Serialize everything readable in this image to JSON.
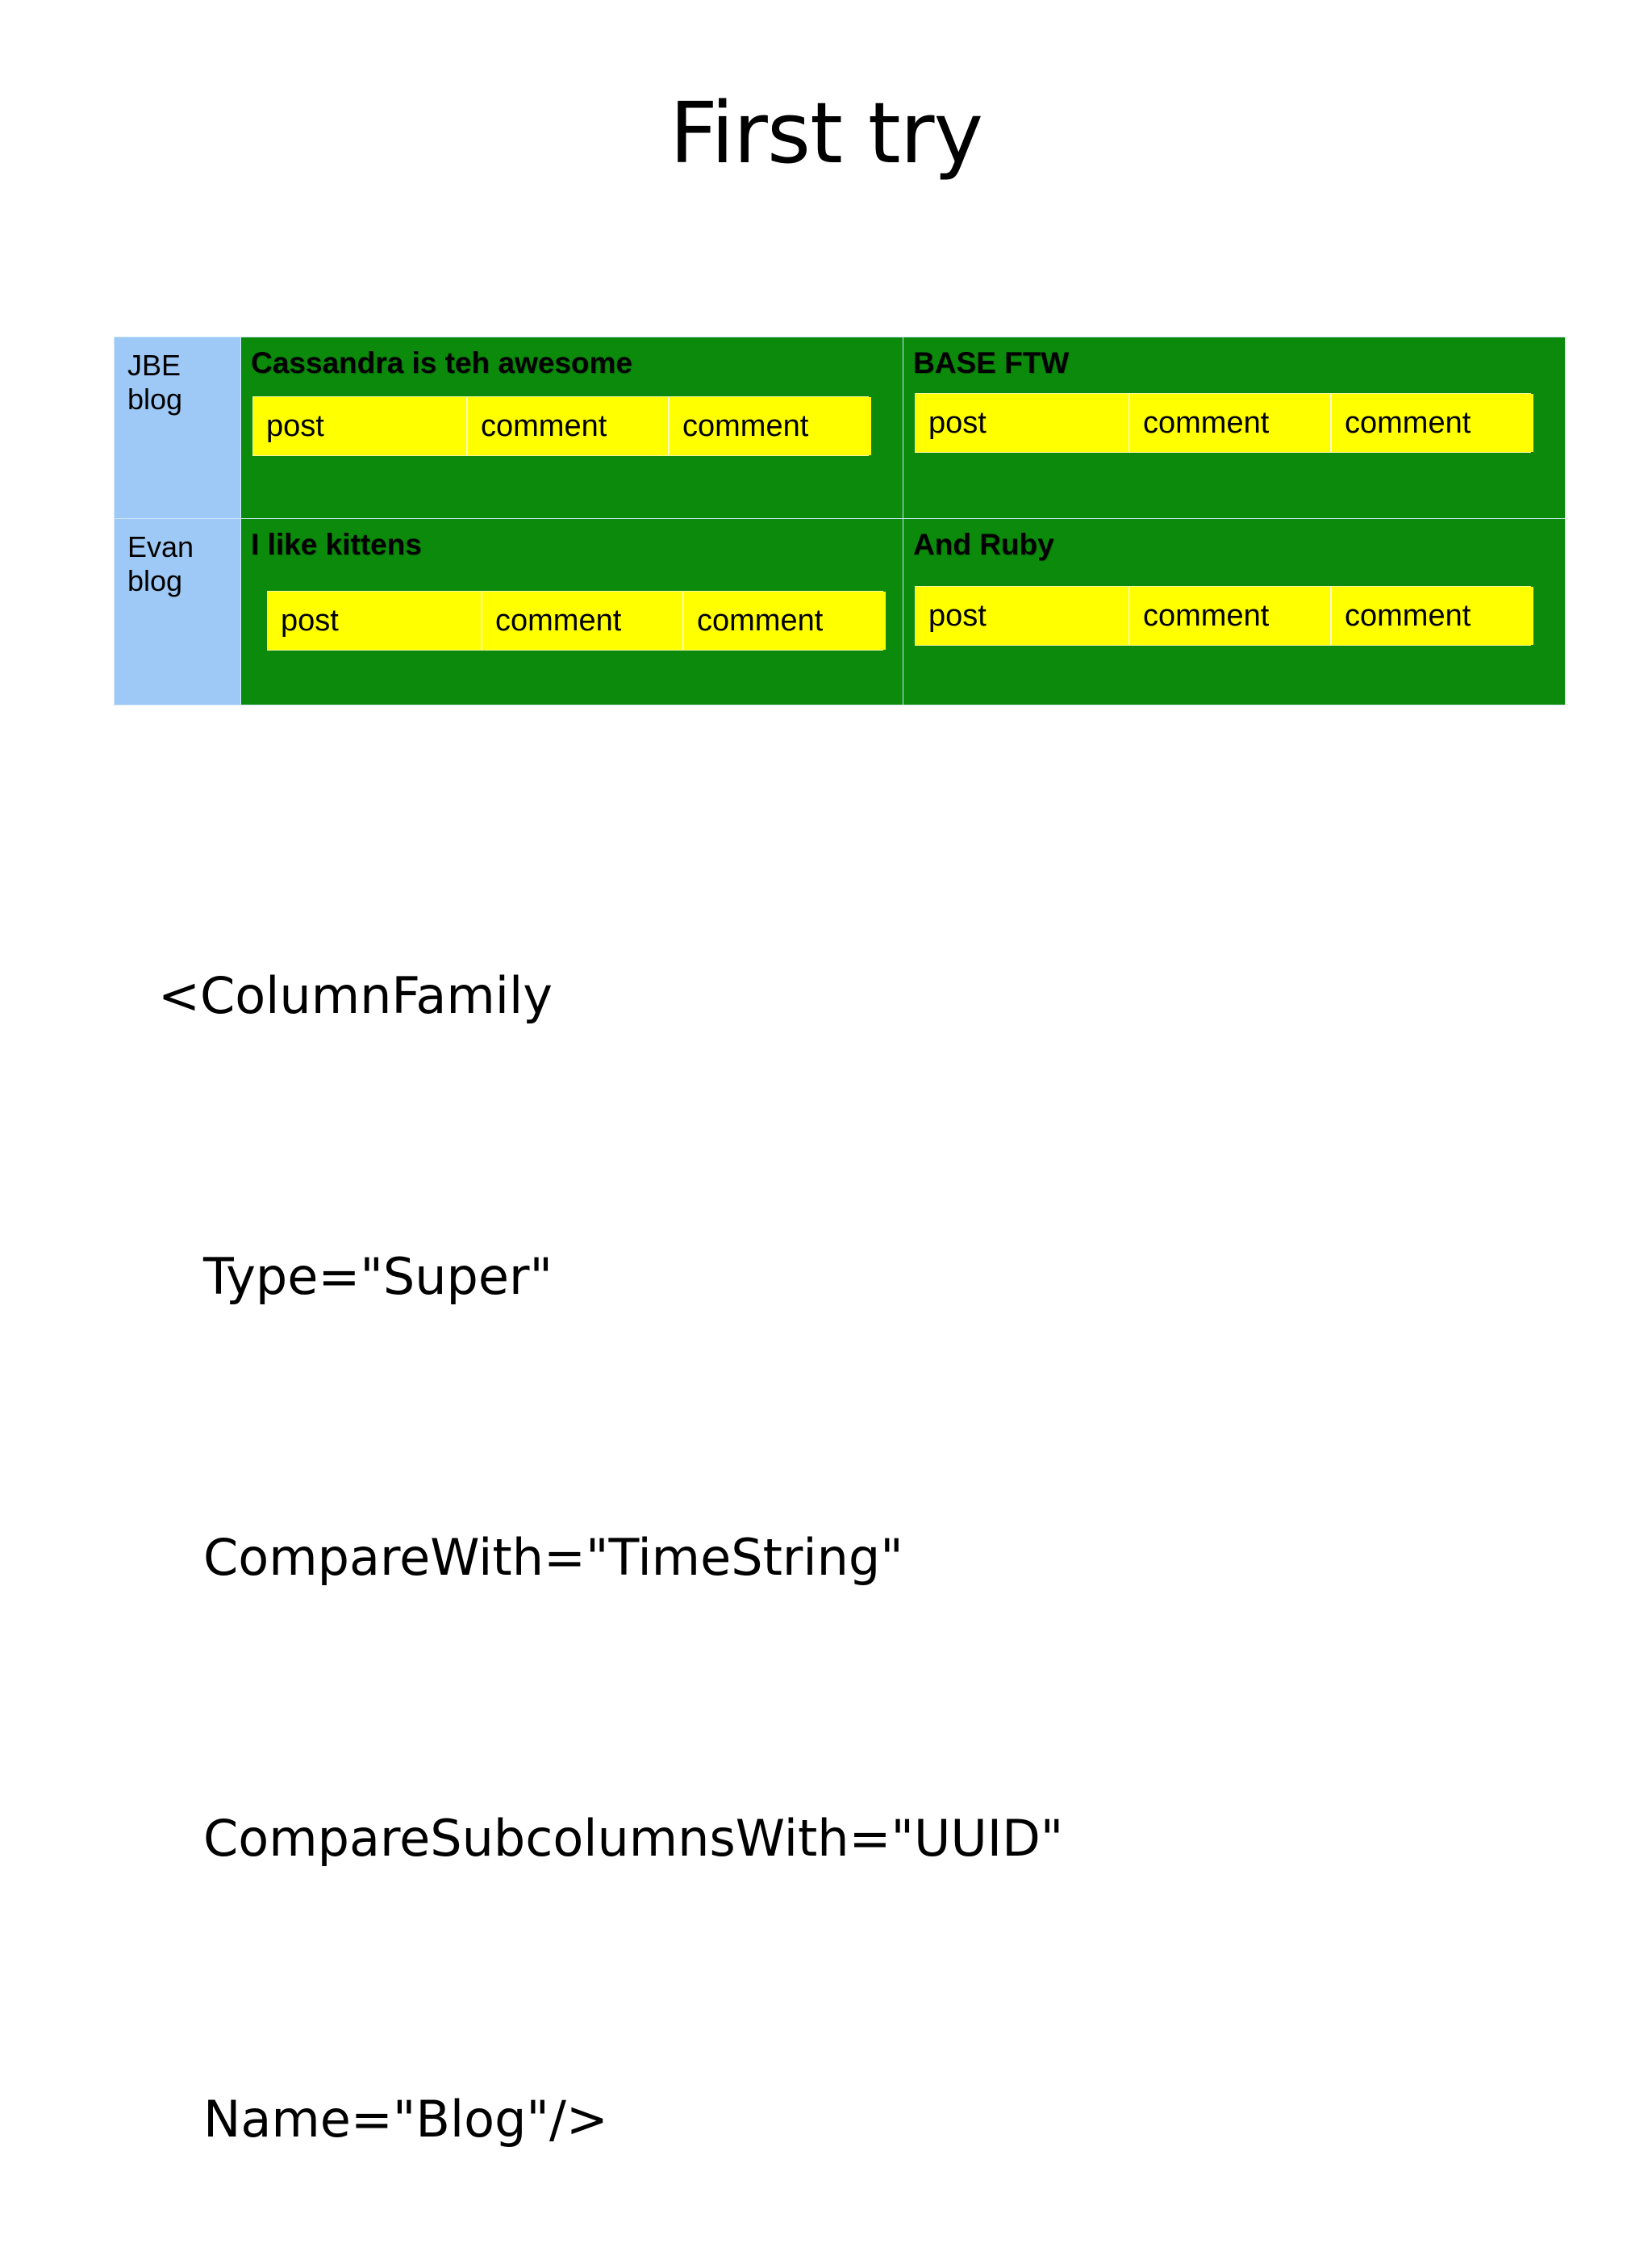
{
  "slide": {
    "title": "First try",
    "background_color": "#ffffff"
  },
  "colors": {
    "row_key_blue": "#9ec9f7",
    "super_column_green": "#0b8a0b",
    "sub_column_yellow": "#ffff00",
    "text_black": "#000000",
    "grid_line": "#cfe8fb"
  },
  "table": {
    "name": "super-column-family-diagram",
    "rows": [
      {
        "key": {
          "line1": "JBE",
          "line2": "blog"
        },
        "super_columns": [
          {
            "name": "Cassandra is teh awesome",
            "sub_columns": [
              "post",
              "comment",
              "comment"
            ]
          },
          {
            "name": "BASE FTW",
            "sub_columns": [
              "post",
              "comment",
              "comment"
            ]
          }
        ]
      },
      {
        "key": {
          "line1": "Evan",
          "line2": "blog"
        },
        "super_columns": [
          {
            "name": "I like kittens",
            "sub_columns": [
              "post",
              "comment",
              "comment"
            ]
          },
          {
            "name": "And Ruby",
            "sub_columns": [
              "post",
              "comment",
              "comment"
            ]
          }
        ]
      }
    ]
  },
  "xml_snippet": {
    "lines": [
      "<ColumnFamily",
      "Type=\"Super\"",
      "CompareWith=\"TimeString\"",
      "CompareSubcolumnsWith=\"UUID\"",
      "Name=\"Blog\"/>"
    ]
  }
}
